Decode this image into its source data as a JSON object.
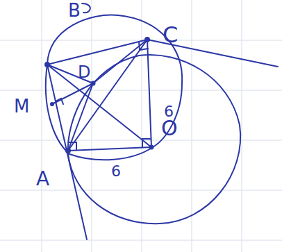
{
  "diagram": {
    "labels": [
      "B",
      "C",
      "A",
      "M",
      "D",
      "O",
      "6",
      "6"
    ]
  }
}
